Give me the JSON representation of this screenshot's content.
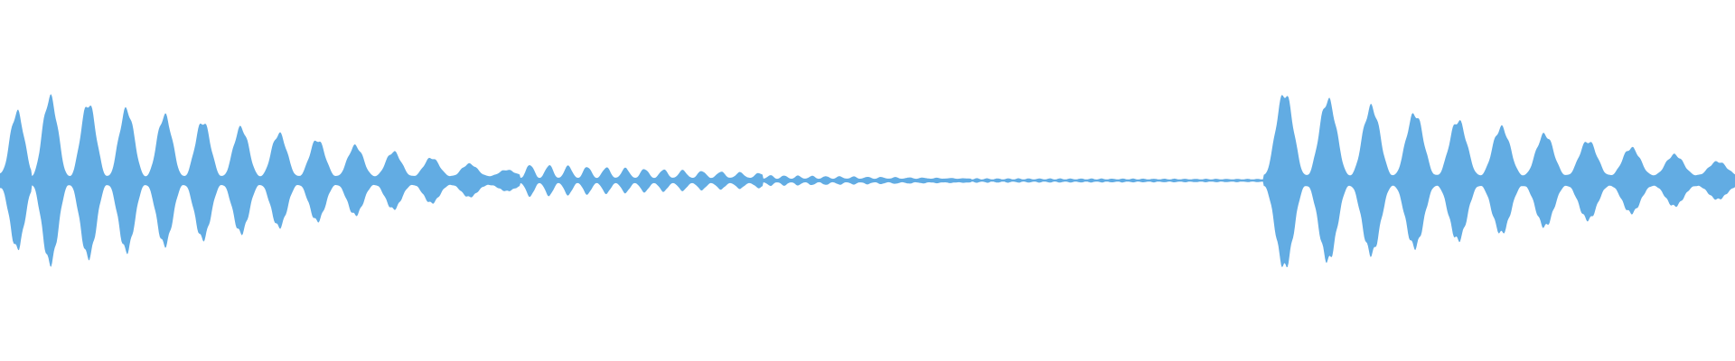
{
  "waveform": {
    "color": "#62ace3",
    "background": "#ffffff",
    "time_range": [
      0,
      1
    ],
    "amplitude_range": [
      -1,
      1
    ],
    "segments": [
      {
        "start": 0.0,
        "end": 0.018,
        "amp": 0.8,
        "decay": 0.1,
        "rate": 0.02,
        "floor": 0.08
      },
      {
        "start": 0.018,
        "end": 0.3,
        "amp": 0.95,
        "decay": 0.9,
        "rate": 0.022,
        "floor": 0.05
      },
      {
        "start": 0.3,
        "end": 0.44,
        "amp": 0.18,
        "decay": 0.55,
        "rate": 0.011,
        "floor": 0.03
      },
      {
        "start": 0.44,
        "end": 0.56,
        "amp": 0.06,
        "decay": 0.6,
        "rate": 0.008,
        "floor": 0.02
      },
      {
        "start": 0.56,
        "end": 0.728,
        "amp": 0.025,
        "decay": 0.3,
        "rate": 0.006,
        "floor": 0.012
      },
      {
        "start": 0.728,
        "end": 1.0,
        "amp": 1.0,
        "decay": 0.82,
        "rate": 0.025,
        "floor": 0.06
      }
    ]
  }
}
